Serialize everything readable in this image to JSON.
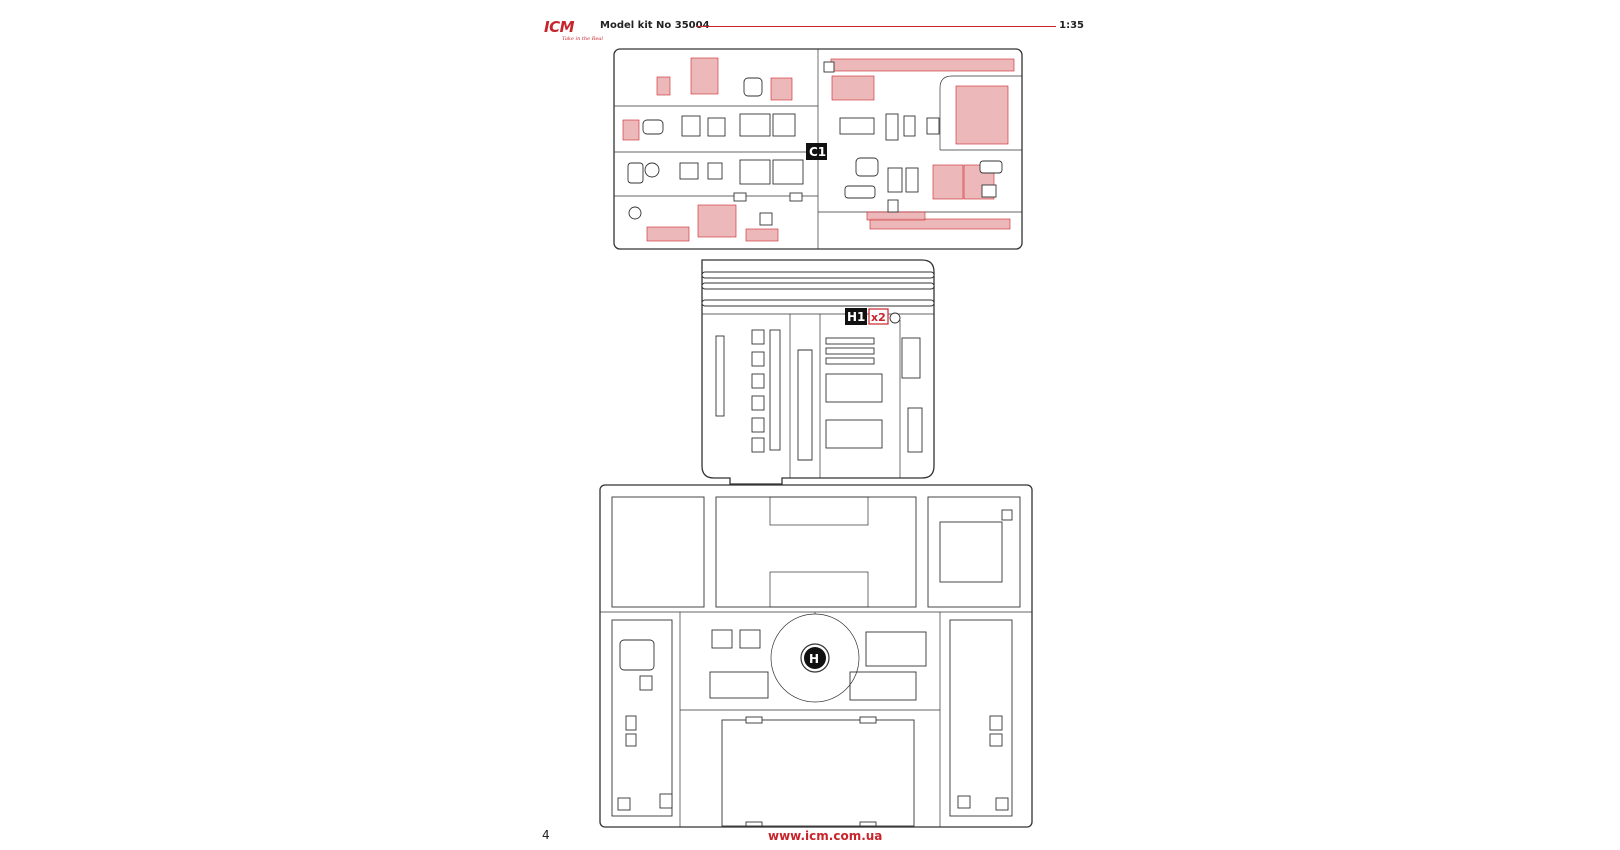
{
  "header": {
    "brand": "ICM",
    "tagline": "Take in the Real",
    "model_kit": "Model kit No 35004",
    "scale": "1:35"
  },
  "sprues": {
    "c1": {
      "label": "C1"
    },
    "h1": {
      "label": "H1",
      "multiplier": "x2"
    },
    "h": {
      "label": "H"
    }
  },
  "footer": {
    "page_number": "4",
    "url": "www.icm.com.ua"
  },
  "colors": {
    "brand_red": "#c8242b",
    "highlight_pink": "#e8a6a9",
    "line": "#333333"
  }
}
